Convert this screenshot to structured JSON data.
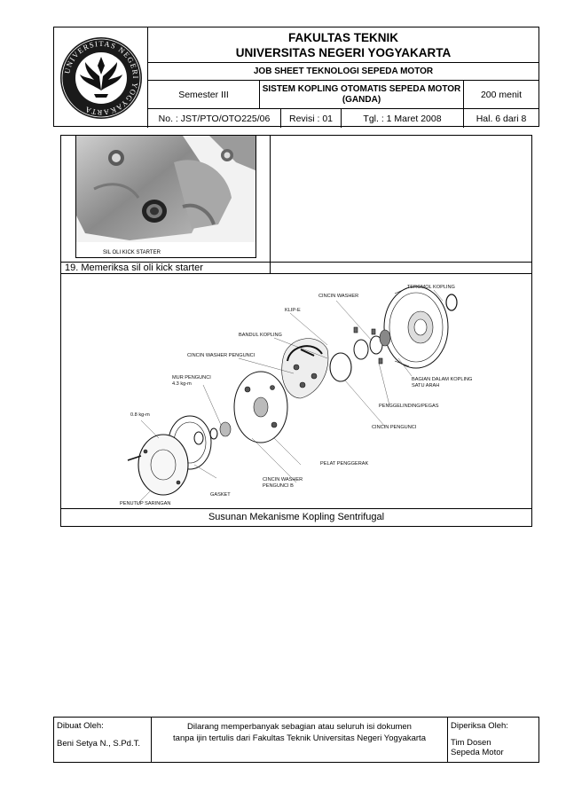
{
  "header": {
    "faculty": "FAKULTAS TEKNIK",
    "university": "UNIVERSITAS NEGERI YOGYAKARTA",
    "job_sheet": "JOB SHEET TEKNOLOGI SEPEDA MOTOR",
    "semester": "Semester III",
    "topic": "SISTEM KOPLING OTOMATIS SEPEDA MOTOR (GANDA)",
    "duration": "200 menit",
    "number": "No. : JST/PTO/OTO225/06",
    "revision": "Revisi : 01",
    "date": "Tgl. : 1 Maret 2008",
    "page": "Hal. 6 dari 8",
    "logo_text": "UNIVERSITAS NEGERI YOGYAKARTA"
  },
  "content": {
    "photo_label": "SIL OLI KICK STARTER",
    "step": "19.  Memeriksa sil oli kick starter",
    "diagram_labels": {
      "teromol": "TEROMOL KOPLING",
      "cincin_washer": "CINCIN WASHER",
      "klip_e": "KLIP-E",
      "bandul": "BANDUL KOPLING",
      "cincin_washer_pengunci": "CINCIN WASHER PENGUNCI",
      "mur_pengunci": "MUR PENGUNCI",
      "torque1": "4.3 kg-m",
      "torque2": "0.8 kg-m",
      "bagian_dalam": "BAGIAN DALAM KOPLING",
      "satu_arah": "SATU ARAH",
      "penggelinding": "PENGGELINDING/PEGAS",
      "cincin_pengunci": "CINCIN PENGUNCI",
      "pelat_penggerak": "PELAT PENGGERAK",
      "cincin_washer_b1": "CINCIN WASHER",
      "cincin_washer_b2": "PENGUNCI B",
      "gasket": "GASKET",
      "penutup": "PENUTUP SARINGAN"
    },
    "diagram_caption": "Susunan Mekanisme Kopling Sentrifugal"
  },
  "footer": {
    "made_by_label": "Dibuat Oleh:",
    "made_by": "Beni Setya N., S.Pd.T.",
    "notice_line1": "Dilarang memperbanyak sebagian atau seluruh isi dokumen",
    "notice_line2": "tanpa ijin tertulis dari Fakultas Teknik Universitas Negeri Yogyakarta",
    "checked_label": "Diperiksa Oleh:",
    "checked_by_line1": "Tim Dosen",
    "checked_by_line2": "Sepeda Motor"
  }
}
